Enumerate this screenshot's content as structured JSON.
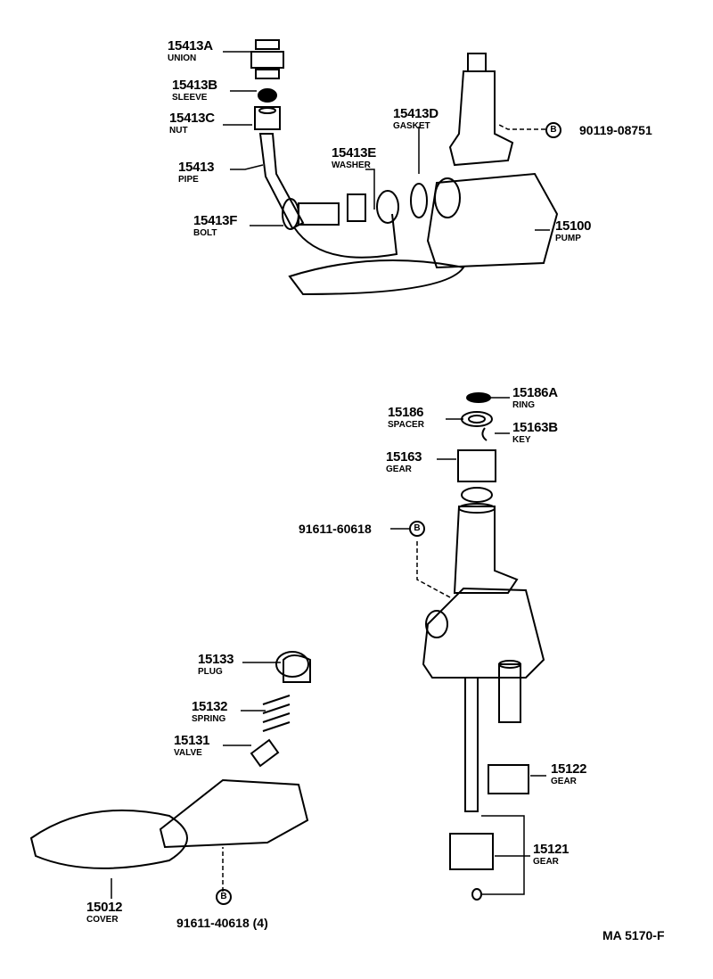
{
  "parts": [
    {
      "number": "15413A",
      "name": "UNION"
    },
    {
      "number": "15413B",
      "name": "SLEEVE"
    },
    {
      "number": "15413C",
      "name": "NUT"
    },
    {
      "number": "15413",
      "name": "PIPE"
    },
    {
      "number": "15413F",
      "name": "BOLT"
    },
    {
      "number": "15413E",
      "name": "WASHER"
    },
    {
      "number": "15413D",
      "name": "GASKET"
    },
    {
      "number": "15100",
      "name": "PUMP"
    },
    {
      "number": "15186A",
      "name": "RING"
    },
    {
      "number": "15186",
      "name": "SPACER"
    },
    {
      "number": "15163B",
      "name": "KEY"
    },
    {
      "number": "15163",
      "name": "GEAR"
    },
    {
      "number": "15133",
      "name": "PLUG"
    },
    {
      "number": "15132",
      "name": "SPRING"
    },
    {
      "number": "15131",
      "name": "VALVE"
    },
    {
      "number": "15122",
      "name": "GEAR"
    },
    {
      "number": "15121",
      "name": "GEAR"
    },
    {
      "number": "15012",
      "name": "COVER"
    }
  ],
  "bolts": [
    {
      "marker": "B",
      "number": "90119-08751"
    },
    {
      "marker": "B",
      "number": "91611-60618"
    },
    {
      "marker": "B",
      "number": "91611-40618 (4)"
    }
  ],
  "diagram_code": "MA 5170-F"
}
